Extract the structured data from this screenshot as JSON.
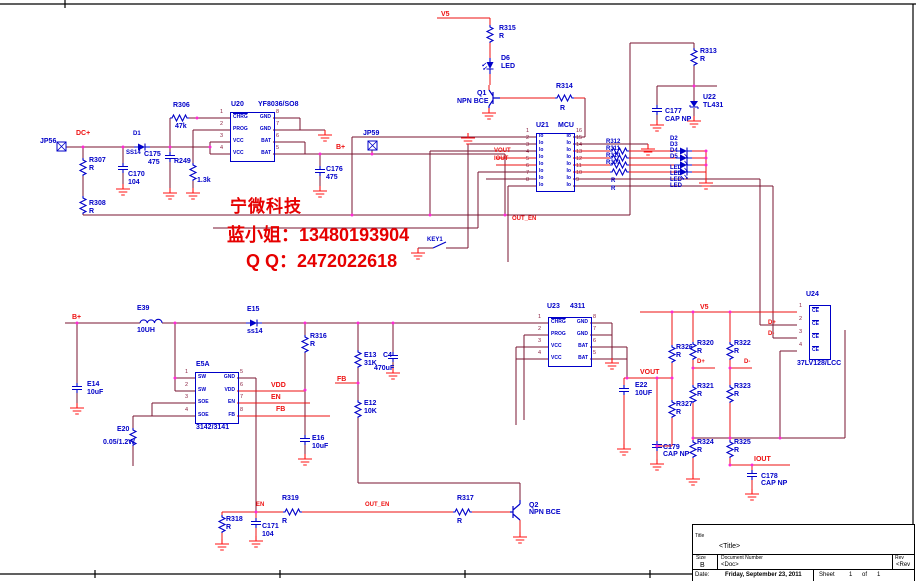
{
  "colors": {
    "wire": "#7a1430",
    "net": "#ee1111",
    "component": "#0000c8",
    "junction": "#ff2ad4",
    "ground": "#ff1111",
    "watermark": "#e60000"
  },
  "watermark": {
    "line1": "宁微科技",
    "line2": "蓝小姐：13480193904",
    "line3": "Q Q：2472022618"
  },
  "labels": {
    "jp56": "JP56",
    "dcp": "DC+",
    "d1": "D1",
    "d1v": "SS14",
    "r307": "R307",
    "r307v": "R",
    "c170": "C170",
    "c170v": "104",
    "c175": "C175",
    "c175v": "475",
    "r306": "R306",
    "r306v": "47k",
    "r249": "R249",
    "r249v": "1.3k",
    "r308": "R308",
    "r308v": "R",
    "bp1": "B+",
    "c176": "C176",
    "c176v": "475",
    "jp59": "JP59",
    "v5a": "V5",
    "r315": "R315",
    "r315v": "R",
    "d6": "D6",
    "d6v": "LED",
    "q1": "Q1",
    "q1v": "NPN BCE",
    "r314": "R314",
    "r314v": "R",
    "vout1": "VOUT",
    "iout1": "IOUT",
    "oe1": "OUT_EN",
    "r312": "R312",
    "r311": "R311",
    "r310": "R310",
    "r309": "R309",
    "rrA": "R",
    "rrB": "R",
    "d2": "D2",
    "d3": "D3",
    "d4": "D4",
    "d5": "D5",
    "led1": "LED",
    "led2": "LED",
    "led3": "LED",
    "led4": "LED",
    "r313": "R313",
    "r313v": "R",
    "u22": "U22",
    "u22v": "TL431",
    "c177": "C177",
    "c177v": "CAP NP",
    "key1": "KEY1",
    "bp2": "B+",
    "e39": "E39",
    "e39v": "10UH",
    "e15": "E15",
    "e15v": "ss14",
    "e14": "E14",
    "e14v": "10uF",
    "r316": "R316",
    "r316v": "R",
    "e20": "E20",
    "e20v": "0.05/1.2W",
    "vdd": "VDD",
    "en1": "EN",
    "fb1": "FB",
    "e16": "E16",
    "e16v": "10uF",
    "e13": "E13",
    "e13v": "31K",
    "c4": "C4",
    "c4v": "470uF",
    "fb2": "FB",
    "e12": "E12",
    "e12v": "10K",
    "vout2": "VOUT",
    "e22": "E22",
    "e22v": "10UF",
    "v5b": "V5",
    "dp1": "D+",
    "dm1": "D-",
    "dp2": "D+",
    "dm2": "D-",
    "r326": "R326",
    "r326v": "R",
    "r320": "R320",
    "r320v": "R",
    "r322": "R322",
    "r322v": "R",
    "r321": "R321",
    "r321v": "R",
    "r323": "R323",
    "r323v": "R",
    "r327": "R327",
    "r327v": "R",
    "c179": "C179",
    "c179v": "CAP NP",
    "r324": "R324",
    "r324v": "R",
    "r325": "R325",
    "r325v": "R",
    "iout2": "IOUT",
    "c178": "C178",
    "c178v": "CAP NP",
    "r318": "R318",
    "r318v": "R",
    "en2": "EN",
    "c171": "C171",
    "c171v": "104",
    "r319": "R319",
    "r319v": "R",
    "oe2": "OUT_EN",
    "r317": "R317",
    "r317v": "R",
    "q2": "Q2",
    "q2v": "NPN BCE"
  },
  "chips": {
    "u20": {
      "ref": "U20",
      "part": "YF8036/SO8",
      "left": [
        {
          "n": "1",
          "name": "CHRG",
          "bar": true
        },
        {
          "n": "2",
          "name": "PROG"
        },
        {
          "n": "3",
          "name": "VCC"
        },
        {
          "n": "4",
          "name": "VCC"
        }
      ],
      "right": [
        {
          "n": "8",
          "name": "GND"
        },
        {
          "n": "7",
          "name": "GND"
        },
        {
          "n": "6",
          "name": "BAT"
        },
        {
          "n": "5",
          "name": "BAT"
        }
      ]
    },
    "u21": {
      "ref": "U21",
      "part": "MCU",
      "left": [
        {
          "n": "1",
          "name": "Io"
        },
        {
          "n": "2",
          "name": "Io"
        },
        {
          "n": "3",
          "name": "Io"
        },
        {
          "n": "4",
          "name": "Io"
        },
        {
          "n": "5",
          "name": "Io"
        },
        {
          "n": "6",
          "name": "Io"
        },
        {
          "n": "7",
          "name": "Io"
        },
        {
          "n": "8",
          "name": "Io"
        }
      ],
      "right": [
        {
          "n": "16",
          "name": "Io"
        },
        {
          "n": "15",
          "name": "Io"
        },
        {
          "n": "14",
          "name": "Io"
        },
        {
          "n": "13",
          "name": "Io"
        },
        {
          "n": "12",
          "name": "Io"
        },
        {
          "n": "11",
          "name": "Io"
        },
        {
          "n": "10",
          "name": "Io"
        },
        {
          "n": "9",
          "name": "Io"
        }
      ]
    },
    "u23": {
      "ref": "U23",
      "part": "4311",
      "left": [
        {
          "n": "1",
          "name": "CHRG",
          "bar": true
        },
        {
          "n": "2",
          "name": "PROG"
        },
        {
          "n": "3",
          "name": "VCC"
        },
        {
          "n": "4",
          "name": "VCC"
        }
      ],
      "right": [
        {
          "n": "8",
          "name": "GND"
        },
        {
          "n": "7",
          "name": "GND"
        },
        {
          "n": "6",
          "name": "BAT"
        },
        {
          "n": "5",
          "name": "BAT"
        }
      ]
    },
    "e5a": {
      "ref": "E5A",
      "part": "3142/3141",
      "left": [
        {
          "n": "1",
          "name": "SW"
        },
        {
          "n": "2",
          "name": "SW"
        },
        {
          "n": "3",
          "name": "SOE"
        },
        {
          "n": "4",
          "name": "SOE"
        }
      ],
      "right": [
        {
          "n": "5",
          "name": "GND"
        },
        {
          "n": "6",
          "name": "VDD"
        },
        {
          "n": "7",
          "name": "EN"
        },
        {
          "n": "8",
          "name": "FB"
        }
      ]
    },
    "u24": {
      "ref": "U24",
      "part": "37LV128/LCC",
      "left": [
        {
          "n": "1",
          "name": "CE",
          "bar": true
        },
        {
          "n": "2",
          "name": "CE",
          "bar": true
        },
        {
          "n": "3",
          "name": "CE",
          "bar": true
        },
        {
          "n": "4",
          "name": "CE",
          "bar": true
        }
      ],
      "right": []
    }
  },
  "title_block": {
    "title_label": "Title",
    "title": "<Title>",
    "size_label": "Size",
    "size": "B",
    "doc_label": "Document Number",
    "doc": "<Doc>",
    "rev_label": "Rev",
    "rev": "<Rev",
    "date_label": "Date:",
    "date": "Friday, September 23, 2011",
    "sheet_label": "Sheet",
    "sheet_num": "1",
    "of_label": "of",
    "sheet_total": "1"
  }
}
